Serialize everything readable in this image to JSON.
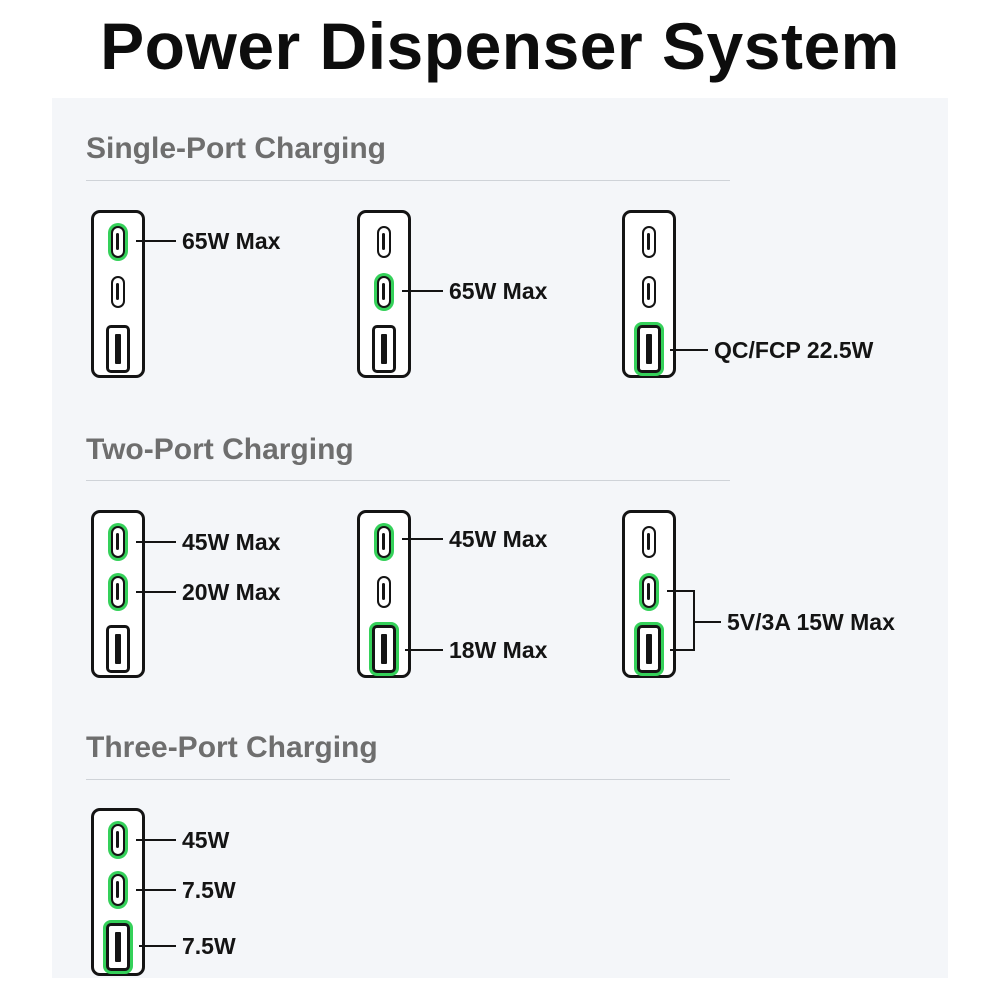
{
  "title": "Power Dispenser System",
  "sections": [
    {
      "title": "Single-Port Charging",
      "configs": [
        {
          "active": [
            true,
            false,
            false
          ],
          "labels": [
            "65W Max"
          ]
        },
        {
          "active": [
            false,
            true,
            false
          ],
          "labels": [
            "65W Max"
          ]
        },
        {
          "active": [
            false,
            false,
            true
          ],
          "labels": [
            "QC/FCP 22.5W"
          ]
        }
      ]
    },
    {
      "title": "Two-Port Charging",
      "configs": [
        {
          "active": [
            true,
            true,
            false
          ],
          "labels": [
            "45W Max",
            "20W Max"
          ]
        },
        {
          "active": [
            true,
            false,
            true
          ],
          "labels": [
            "45W Max",
            "18W Max"
          ]
        },
        {
          "active": [
            false,
            true,
            true
          ],
          "labels": [
            "5V/3A 15W Max"
          ]
        }
      ]
    },
    {
      "title": "Three-Port Charging",
      "configs": [
        {
          "active": [
            true,
            true,
            true
          ],
          "labels": [
            "45W",
            "7.5W",
            "7.5W"
          ]
        }
      ]
    }
  ],
  "colors": {
    "active_port": "#35d15a",
    "outline": "#141414",
    "section_title": "#6e6e6e"
  }
}
